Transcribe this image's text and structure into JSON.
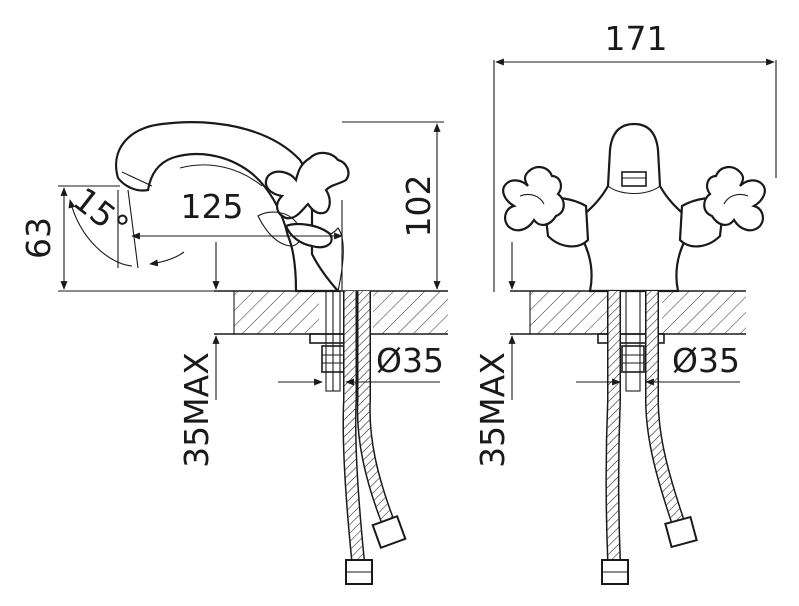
{
  "dimensions": {
    "width_total": "171",
    "height_total": "102",
    "spout_reach": "125",
    "spout_height": "63",
    "swivel_angle": "15°",
    "hole_diameter_left": "Ø35",
    "hole_diameter_right": "Ø35",
    "max_thickness_left": "35MAX",
    "max_thickness_right": "35MAX"
  }
}
